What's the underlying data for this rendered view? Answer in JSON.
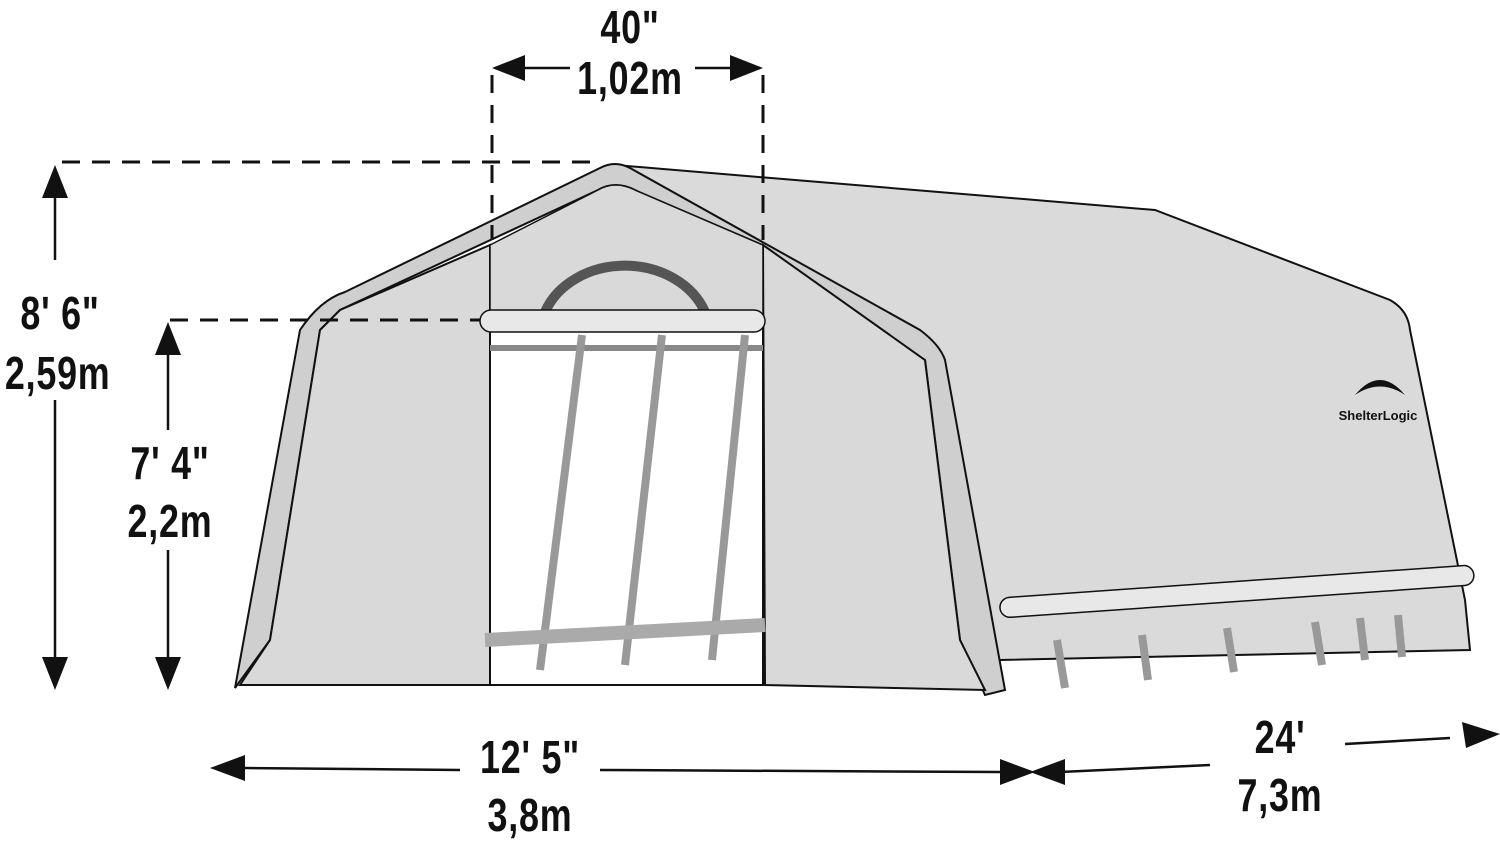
{
  "diagram": {
    "subject": "Peak-style shelter / portable garage with roll-up front door",
    "brand_logo": "ShelterLogic",
    "dimensions": {
      "door_width": {
        "imperial": "40\"",
        "metric": "1,02m"
      },
      "total_height": {
        "imperial": "8' 6\"",
        "metric": "2,59m"
      },
      "door_height": {
        "imperial": "7' 4\"",
        "metric": "2,2m"
      },
      "width": {
        "imperial": "12' 5\"",
        "metric": "3,8m"
      },
      "length": {
        "imperial": "24'",
        "metric": "7,3m"
      }
    },
    "colors": {
      "cover": "#d9d9d9",
      "outline": "#111111",
      "frame": "#bdbdbd",
      "background": "#ffffff"
    }
  }
}
